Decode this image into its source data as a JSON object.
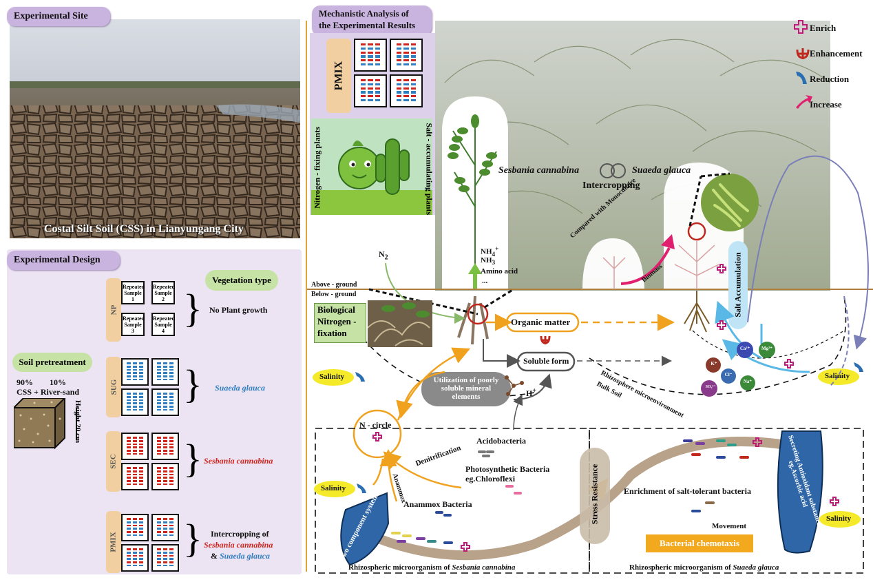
{
  "left": {
    "site_title": "Experimental Site",
    "photo_caption": "Costal Silt Soil (CSS) in Lianyungang City",
    "design_title": "Experimental Design",
    "vegetation_type": "Vegetation type",
    "soil_pretreatment": "Soil pretreatment",
    "soil_pct_1": "90%",
    "soil_pct_2": "10%",
    "soil_mix": "CSS + River-sand",
    "height_1": "Height",
    "height_2": "20 cm",
    "groups": [
      {
        "code": "NP",
        "desc": "No Plant growth"
      },
      {
        "code": "SUG",
        "desc": "Suaeda glauca"
      },
      {
        "code": "SEC",
        "desc": "Sesbania cannabina"
      },
      {
        "code": "PMIX",
        "desc_1": "Intercropping of",
        "desc_2": "Sesbania cannabina",
        "desc_3": "&",
        "desc_4": "Suaeda glauca"
      }
    ],
    "repeated": [
      "Repeated Sample 1",
      "Repeated Sample 2",
      "Repeated Sample 3",
      "Repeated Sample 4"
    ]
  },
  "right": {
    "mech_title_1": "Mechanistic Analysis of",
    "mech_title_2": "the Experimental Results",
    "pmix": "PMIX",
    "nfix_plants": "Nitrogen - fixing plants",
    "salt_plants": "Salt - accumulating plants",
    "sesbania": "Sesbania cannabina",
    "suaeda": "Suaeda glauca",
    "intercropping": "Intercropping",
    "n2": "N",
    "nh4": "NH",
    "nh3": "NH",
    "amino": "Amino acid",
    "dots": "...",
    "above": "Above - ground",
    "below": "Below - ground",
    "bnf_1": "Biological",
    "bnf_2": "Nitrogen -",
    "bnf_3": "fixation",
    "organic": "Organic matter",
    "soluble": "Soluble form",
    "util_1": "Utilization of poorly",
    "util_2": "soluble mineral",
    "util_3": "elements",
    "hplus": "H",
    "salinity": "Salinity",
    "ncircle": "N - circle",
    "compared": "Compared with Monoculture",
    "biomass": "Biomass",
    "salt_acc": "Salt Accumulation",
    "rhizo_env": "Rhizosphere microenvironment",
    "bulk": "Bulk Soil",
    "ions": [
      "K⁺",
      "Ca²⁺",
      "Mg²⁺",
      "SO₄²⁻",
      "Cl⁻",
      "Na⁺"
    ],
    "acido": "Acidobacteria",
    "photo_1": "Photosynthetic Bacteria",
    "photo_2": "eg.Chloroflexi",
    "denit": "Denitrification",
    "anammox": "Anammox",
    "anammox_b": "Anammox Bacteria",
    "two_comp": "Two component system",
    "stress": "Stress Resistance",
    "enrich_salt": "Enrichment of  salt-tolerant bacteria",
    "movement": "Movement",
    "chemotaxis": "Bacterial chemotaxis",
    "secreting": "Secreting Antioxidant substances eg.Ascorbic acid",
    "rhizo_ses": "Rhizospheric microorganism of ",
    "rhizo_sua": "Rhizospheric microorganism of ",
    "rhizo_ses_sp": "Sesbania cannabina",
    "rhizo_sua_sp": "Suaeda glauca"
  },
  "legend": [
    {
      "label": "Enrich",
      "icon": "plus-icon",
      "color": "#c2187a"
    },
    {
      "label": "Enhancement",
      "icon": "anchor-icon",
      "color": "#c0281e"
    },
    {
      "label": "Reduction",
      "icon": "down-arrow-icon",
      "color": "#2b6fb3"
    },
    {
      "label": "Increase",
      "icon": "pink-arrow-icon",
      "color": "#e0206e"
    }
  ],
  "colors": {
    "purple_label": "#c9b3df",
    "orange": "#f0a21e",
    "design_bg": "#ece4f3",
    "suaeda_blue": "#2f7fc0",
    "sesbania_red": "#d0231c"
  }
}
